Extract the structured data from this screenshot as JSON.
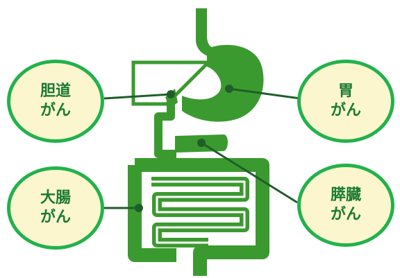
{
  "colors": {
    "organ": "#3b9a2f",
    "organ_dark": "#2f8a26",
    "leader": "#1f5e2a",
    "bubble_fill": "#fcf6cf",
    "bubble_border": "#22b24c",
    "label_text": "#1a7a32"
  },
  "labels": {
    "biliary": {
      "line1": "胆道",
      "line2": "がん"
    },
    "stomach": {
      "line1": "胃",
      "line2": "がん"
    },
    "colon": {
      "line1": "大腸",
      "line2": "がん"
    },
    "pancreas": {
      "line1": "膵臓",
      "line2": "がん"
    }
  }
}
